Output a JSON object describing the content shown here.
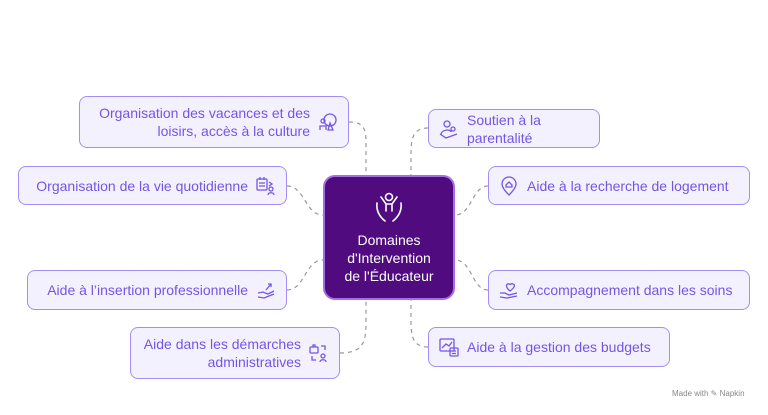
{
  "center": {
    "line1": "Domaines",
    "line2": "d'Intervention",
    "line3": "de l'Éducateur",
    "icon": "people-hands-icon"
  },
  "left": [
    {
      "line1": "Organisation des vacances et des",
      "line2": "loisirs, accès à la culture",
      "icon": "family-leisure-icon"
    },
    {
      "label": "Organisation de la vie quotidienne",
      "icon": "planner-person-icon"
    },
    {
      "label": "Aide à l’insertion professionnelle",
      "icon": "hand-growth-icon"
    },
    {
      "line1": "Aide dans les démarches",
      "line2": "administratives",
      "icon": "briefcase-person-icon"
    }
  ],
  "right": [
    {
      "label": "Soutien à la parentalité",
      "icon": "parent-child-icon"
    },
    {
      "label": "Aide à la recherche de logement",
      "icon": "house-pin-icon"
    },
    {
      "label": "Accompagnement dans les soins",
      "icon": "heart-hand-icon"
    },
    {
      "label": "Aide à la gestion des budgets",
      "icon": "budget-chart-icon"
    }
  ],
  "footer": {
    "label": "Made with ✎ Napkin"
  },
  "colors": {
    "accent": "#7455e4",
    "center": "#500b7f",
    "box": "#f4f1fe",
    "border": "#a48ef4"
  }
}
